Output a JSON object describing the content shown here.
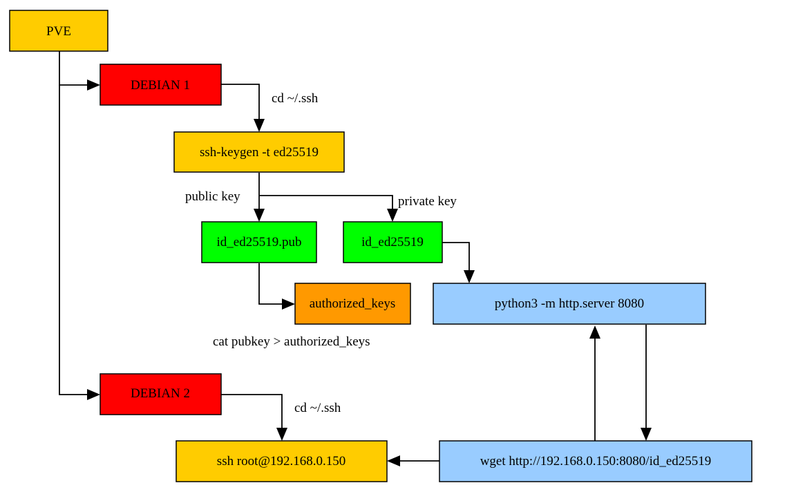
{
  "nodes": {
    "pve": {
      "label": "PVE",
      "color": "#FFCC00"
    },
    "debian1": {
      "label": "DEBIAN 1",
      "color": "#FF0000"
    },
    "keygen": {
      "label": "ssh-keygen -t ed25519",
      "color": "#FFCC00"
    },
    "pubkey": {
      "label": "id_ed25519.pub",
      "color": "#00FF00"
    },
    "privkey": {
      "label": "id_ed25519",
      "color": "#00FF00"
    },
    "authkeys": {
      "label": "authorized_keys",
      "color": "#FF9900"
    },
    "httpserver": {
      "label": "python3 -m http.server 8080",
      "color": "#99CCFF"
    },
    "debian2": {
      "label": "DEBIAN 2",
      "color": "#FF0000"
    },
    "sshroot": {
      "label": "ssh root@192.168.0.150",
      "color": "#FFCC00"
    },
    "wget": {
      "label": "wget http://192.168.0.150:8080/id_ed25519",
      "color": "#99CCFF"
    }
  },
  "edge_labels": {
    "cd_ssh_1": "cd ~/.ssh",
    "public_key": "public key",
    "private_key": "private key",
    "cat_pubkey": "cat pubkey > authorized_keys",
    "cd_ssh_2": "cd ~/.ssh"
  }
}
